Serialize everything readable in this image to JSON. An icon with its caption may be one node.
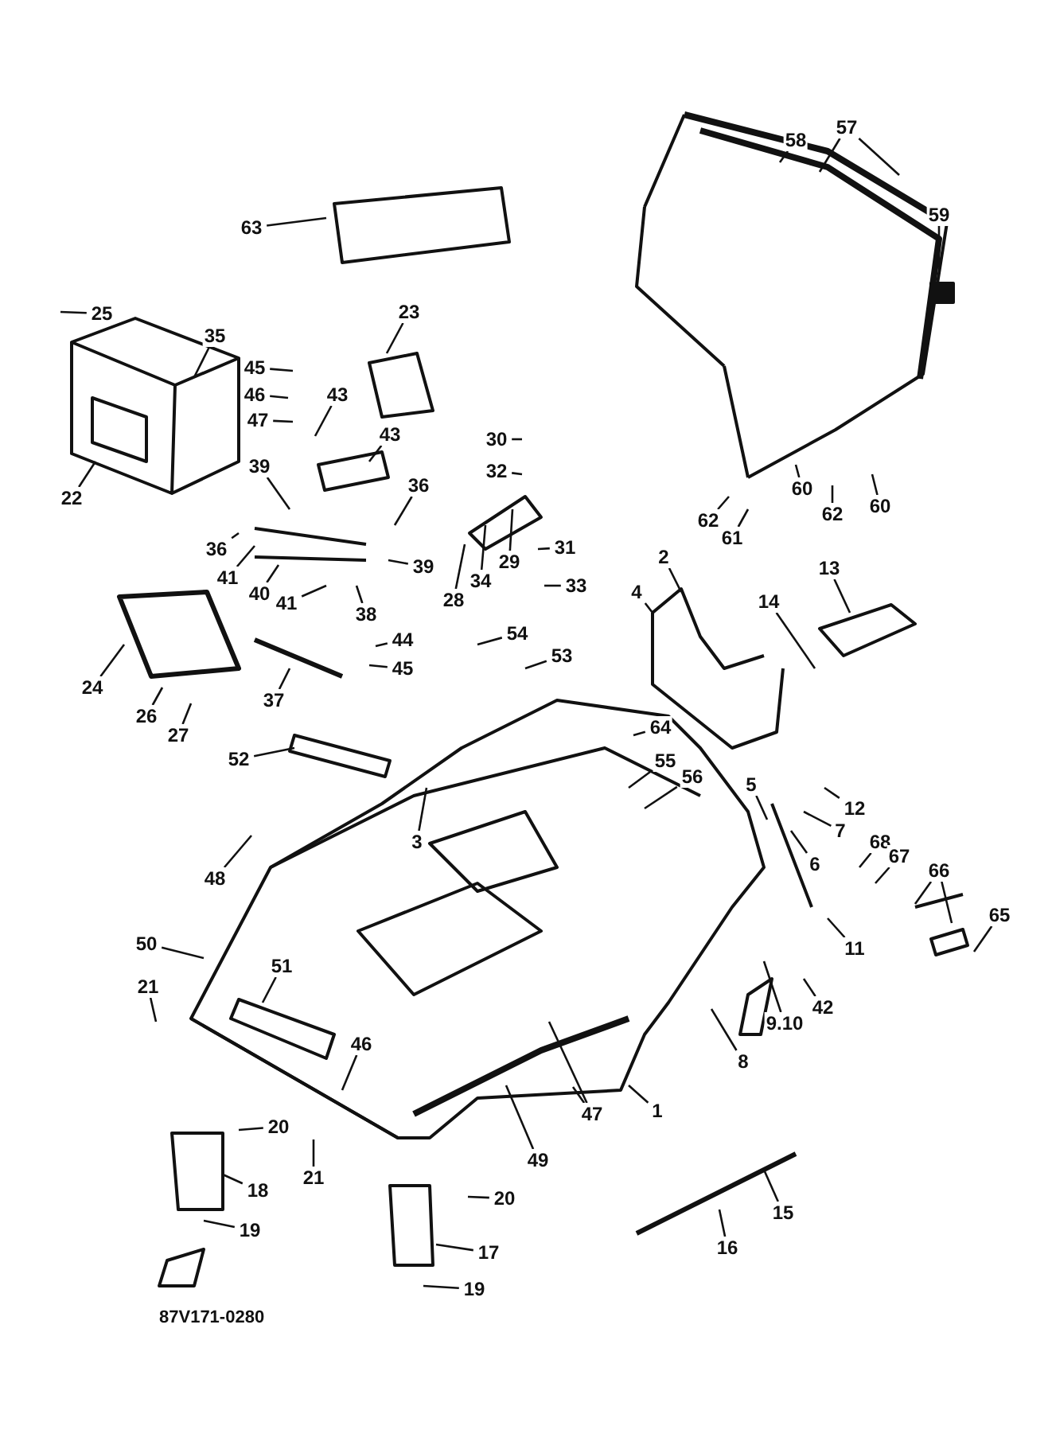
{
  "diagram": {
    "nodes": [
      {
        "text": [
          "63"
        ]
      },
      {
        "text": [
          "58"
        ]
      },
      {
        "text": [
          "57"
        ]
      },
      {
        "text": [
          "59"
        ]
      },
      {
        "text": [
          "25"
        ]
      },
      {
        "text": [
          "35"
        ]
      },
      {
        "text": [
          "45"
        ]
      },
      {
        "text": [
          "46"
        ]
      },
      {
        "text": [
          "47"
        ]
      },
      {
        "text": [
          "23"
        ]
      },
      {
        "text": [
          "43"
        ]
      },
      {
        "text": [
          "43"
        ]
      },
      {
        "text": [
          "30"
        ]
      },
      {
        "text": [
          "32"
        ]
      },
      {
        "text": [
          "22"
        ]
      },
      {
        "text": [
          "39"
        ]
      },
      {
        "text": [
          "36"
        ]
      },
      {
        "text": [
          "36"
        ]
      },
      {
        "text": [
          "41"
        ]
      },
      {
        "text": [
          "40"
        ]
      },
      {
        "text": [
          "41"
        ]
      },
      {
        "text": [
          "38"
        ]
      },
      {
        "text": [
          "39"
        ]
      },
      {
        "text": [
          "44"
        ]
      },
      {
        "text": [
          "45"
        ]
      },
      {
        "text": [
          "28"
        ]
      },
      {
        "text": [
          "34"
        ]
      },
      {
        "text": [
          "29"
        ]
      },
      {
        "text": [
          "31"
        ]
      },
      {
        "text": [
          "33"
        ]
      },
      {
        "text": [
          "54"
        ]
      },
      {
        "text": [
          "53"
        ]
      },
      {
        "text": [
          "60"
        ]
      },
      {
        "text": [
          "62"
        ]
      },
      {
        "text": [
          "61"
        ]
      },
      {
        "text": [
          "62"
        ]
      },
      {
        "text": [
          "60"
        ]
      },
      {
        "text": [
          "2"
        ]
      },
      {
        "text": [
          "4"
        ]
      },
      {
        "text": [
          "13"
        ]
      },
      {
        "text": [
          "14"
        ]
      },
      {
        "text": [
          "24"
        ]
      },
      {
        "text": [
          "26"
        ]
      },
      {
        "text": [
          "27"
        ]
      },
      {
        "text": [
          "37"
        ]
      },
      {
        "text": [
          "52"
        ]
      },
      {
        "text": [
          "64"
        ]
      },
      {
        "text": [
          "55"
        ]
      },
      {
        "text": [
          "56"
        ]
      },
      {
        "text": [
          "5"
        ]
      },
      {
        "text": [
          "12"
        ]
      },
      {
        "text": [
          "7"
        ]
      },
      {
        "text": [
          "6"
        ]
      },
      {
        "text": [
          "68"
        ]
      },
      {
        "text": [
          "67"
        ]
      },
      {
        "text": [
          "66"
        ]
      },
      {
        "text": [
          "65"
        ]
      },
      {
        "text": [
          "3"
        ]
      },
      {
        "text": [
          "48"
        ]
      },
      {
        "text": [
          "50"
        ]
      },
      {
        "text": [
          "11"
        ]
      },
      {
        "text": [
          "42"
        ]
      },
      {
        "text": [
          "9.10"
        ]
      },
      {
        "text": [
          "8"
        ]
      },
      {
        "text": [
          "21"
        ]
      },
      {
        "text": [
          "51"
        ]
      },
      {
        "text": [
          "46"
        ]
      },
      {
        "text": [
          "47"
        ]
      },
      {
        "text": [
          "1"
        ]
      },
      {
        "text": [
          "49"
        ]
      },
      {
        "text": [
          "20"
        ]
      },
      {
        "text": [
          "21"
        ]
      },
      {
        "text": [
          "18"
        ]
      },
      {
        "text": [
          "20"
        ]
      },
      {
        "text": [
          "19"
        ]
      },
      {
        "text": [
          "17"
        ]
      },
      {
        "text": [
          "19"
        ]
      },
      {
        "text": [
          "15"
        ]
      },
      {
        "text": [
          "16"
        ]
      }
    ],
    "edges": [
      {
        "from": 0,
        "to": null,
        "arrow": "none"
      },
      {
        "from": 1,
        "to": null,
        "arrow": "none"
      },
      {
        "from": 2,
        "to": null,
        "arrow": "none"
      },
      {
        "from": 2,
        "to": null,
        "arrow": "none"
      },
      {
        "from": 3,
        "to": null,
        "arrow": "none"
      },
      {
        "from": 4,
        "to": null,
        "arrow": "none"
      },
      {
        "from": 5,
        "to": null,
        "arrow": "none"
      },
      {
        "from": 6,
        "to": null,
        "arrow": "none"
      },
      {
        "from": 7,
        "to": null,
        "arrow": "none"
      },
      {
        "from": 8,
        "to": null,
        "arrow": "none"
      },
      {
        "from": 9,
        "to": null,
        "arrow": "none"
      },
      {
        "from": 10,
        "to": null,
        "arrow": "none"
      },
      {
        "from": 11,
        "to": null,
        "arrow": "none"
      },
      {
        "from": 12,
        "to": null,
        "arrow": "none"
      },
      {
        "from": 13,
        "to": null,
        "arrow": "none"
      },
      {
        "from": 14,
        "to": null,
        "arrow": "none"
      },
      {
        "from": 15,
        "to": null,
        "arrow": "none"
      },
      {
        "from": 16,
        "to": null,
        "arrow": "none"
      },
      {
        "from": 17,
        "to": null,
        "arrow": "none"
      },
      {
        "from": 18,
        "to": null,
        "arrow": "none"
      },
      {
        "from": 19,
        "to": null,
        "arrow": "none"
      },
      {
        "from": 20,
        "to": null,
        "arrow": "none"
      },
      {
        "from": 21,
        "to": null,
        "arrow": "none"
      },
      {
        "from": 22,
        "to": null,
        "arrow": "none"
      },
      {
        "from": 23,
        "to": null,
        "arrow": "none"
      },
      {
        "from": 24,
        "to": null,
        "arrow": "none"
      },
      {
        "from": 25,
        "to": null,
        "arrow": "none"
      },
      {
        "from": 26,
        "to": null,
        "arrow": "none"
      },
      {
        "from": 27,
        "to": null,
        "arrow": "none"
      },
      {
        "from": 28,
        "to": null,
        "arrow": "none"
      },
      {
        "from": 29,
        "to": null,
        "arrow": "none"
      },
      {
        "from": 30,
        "to": null,
        "arrow": "none"
      },
      {
        "from": 31,
        "to": null,
        "arrow": "none"
      },
      {
        "from": 32,
        "to": null,
        "arrow": "none"
      },
      {
        "from": 33,
        "to": null,
        "arrow": "none"
      },
      {
        "from": 34,
        "to": null,
        "arrow": "none"
      },
      {
        "from": 35,
        "to": null,
        "arrow": "none"
      },
      {
        "from": 36,
        "to": null,
        "arrow": "none"
      },
      {
        "from": 37,
        "to": null,
        "arrow": "none"
      },
      {
        "from": 38,
        "to": null,
        "arrow": "none"
      },
      {
        "from": 39,
        "to": null,
        "arrow": "none"
      },
      {
        "from": 40,
        "to": null,
        "arrow": "none"
      },
      {
        "from": 41,
        "to": null,
        "arrow": "none"
      },
      {
        "from": 42,
        "to": null,
        "arrow": "none"
      },
      {
        "from": 43,
        "to": null,
        "arrow": "none"
      },
      {
        "from": 44,
        "to": null,
        "arrow": "none"
      },
      {
        "from": 45,
        "to": null,
        "arrow": "none"
      },
      {
        "from": 46,
        "to": null,
        "arrow": "none"
      },
      {
        "from": 47,
        "to": null,
        "arrow": "none"
      },
      {
        "from": 48,
        "to": null,
        "arrow": "none"
      },
      {
        "from": 49,
        "to": null,
        "arrow": "none"
      },
      {
        "from": 50,
        "to": null,
        "arrow": "none"
      },
      {
        "from": 51,
        "to": null,
        "arrow": "none"
      },
      {
        "from": 52,
        "to": null,
        "arrow": "none"
      },
      {
        "from": 53,
        "to": null,
        "arrow": "none"
      },
      {
        "from": 54,
        "to": null,
        "arrow": "none"
      },
      {
        "from": 55,
        "to": null,
        "arrow": "none"
      },
      {
        "from": 55,
        "to": null,
        "arrow": "none"
      },
      {
        "from": 56,
        "to": null,
        "arrow": "none"
      },
      {
        "from": 57,
        "to": null,
        "arrow": "none"
      },
      {
        "from": 58,
        "to": null,
        "arrow": "none"
      },
      {
        "from": 59,
        "to": null,
        "arrow": "none"
      },
      {
        "from": 60,
        "to": null,
        "arrow": "none"
      },
      {
        "from": 61,
        "to": null,
        "arrow": "none"
      },
      {
        "from": 62,
        "to": null,
        "arrow": "none"
      },
      {
        "from": 63,
        "to": null,
        "arrow": "none"
      },
      {
        "from": 64,
        "to": null,
        "arrow": "none"
      },
      {
        "from": 65,
        "to": null,
        "arrow": "none"
      },
      {
        "from": 66,
        "to": null,
        "arrow": "none"
      },
      {
        "from": 67,
        "to": null,
        "arrow": "none"
      },
      {
        "from": 67,
        "to": null,
        "arrow": "none"
      },
      {
        "from": 68,
        "to": null,
        "arrow": "none"
      },
      {
        "from": 69,
        "to": null,
        "arrow": "none"
      },
      {
        "from": 70,
        "to": null,
        "arrow": "none"
      },
      {
        "from": 71,
        "to": null,
        "arrow": "none"
      },
      {
        "from": 72,
        "to": null,
        "arrow": "none"
      },
      {
        "from": 73,
        "to": null,
        "arrow": "none"
      },
      {
        "from": 74,
        "to": null,
        "arrow": "none"
      },
      {
        "from": 75,
        "to": null,
        "arrow": "none"
      },
      {
        "from": 76,
        "to": null,
        "arrow": "none"
      },
      {
        "from": 77,
        "to": null,
        "arrow": "none"
      },
      {
        "from": 78,
        "to": null,
        "arrow": "none"
      }
    ],
    "labels": [
      "87V171-0280"
    ]
  }
}
